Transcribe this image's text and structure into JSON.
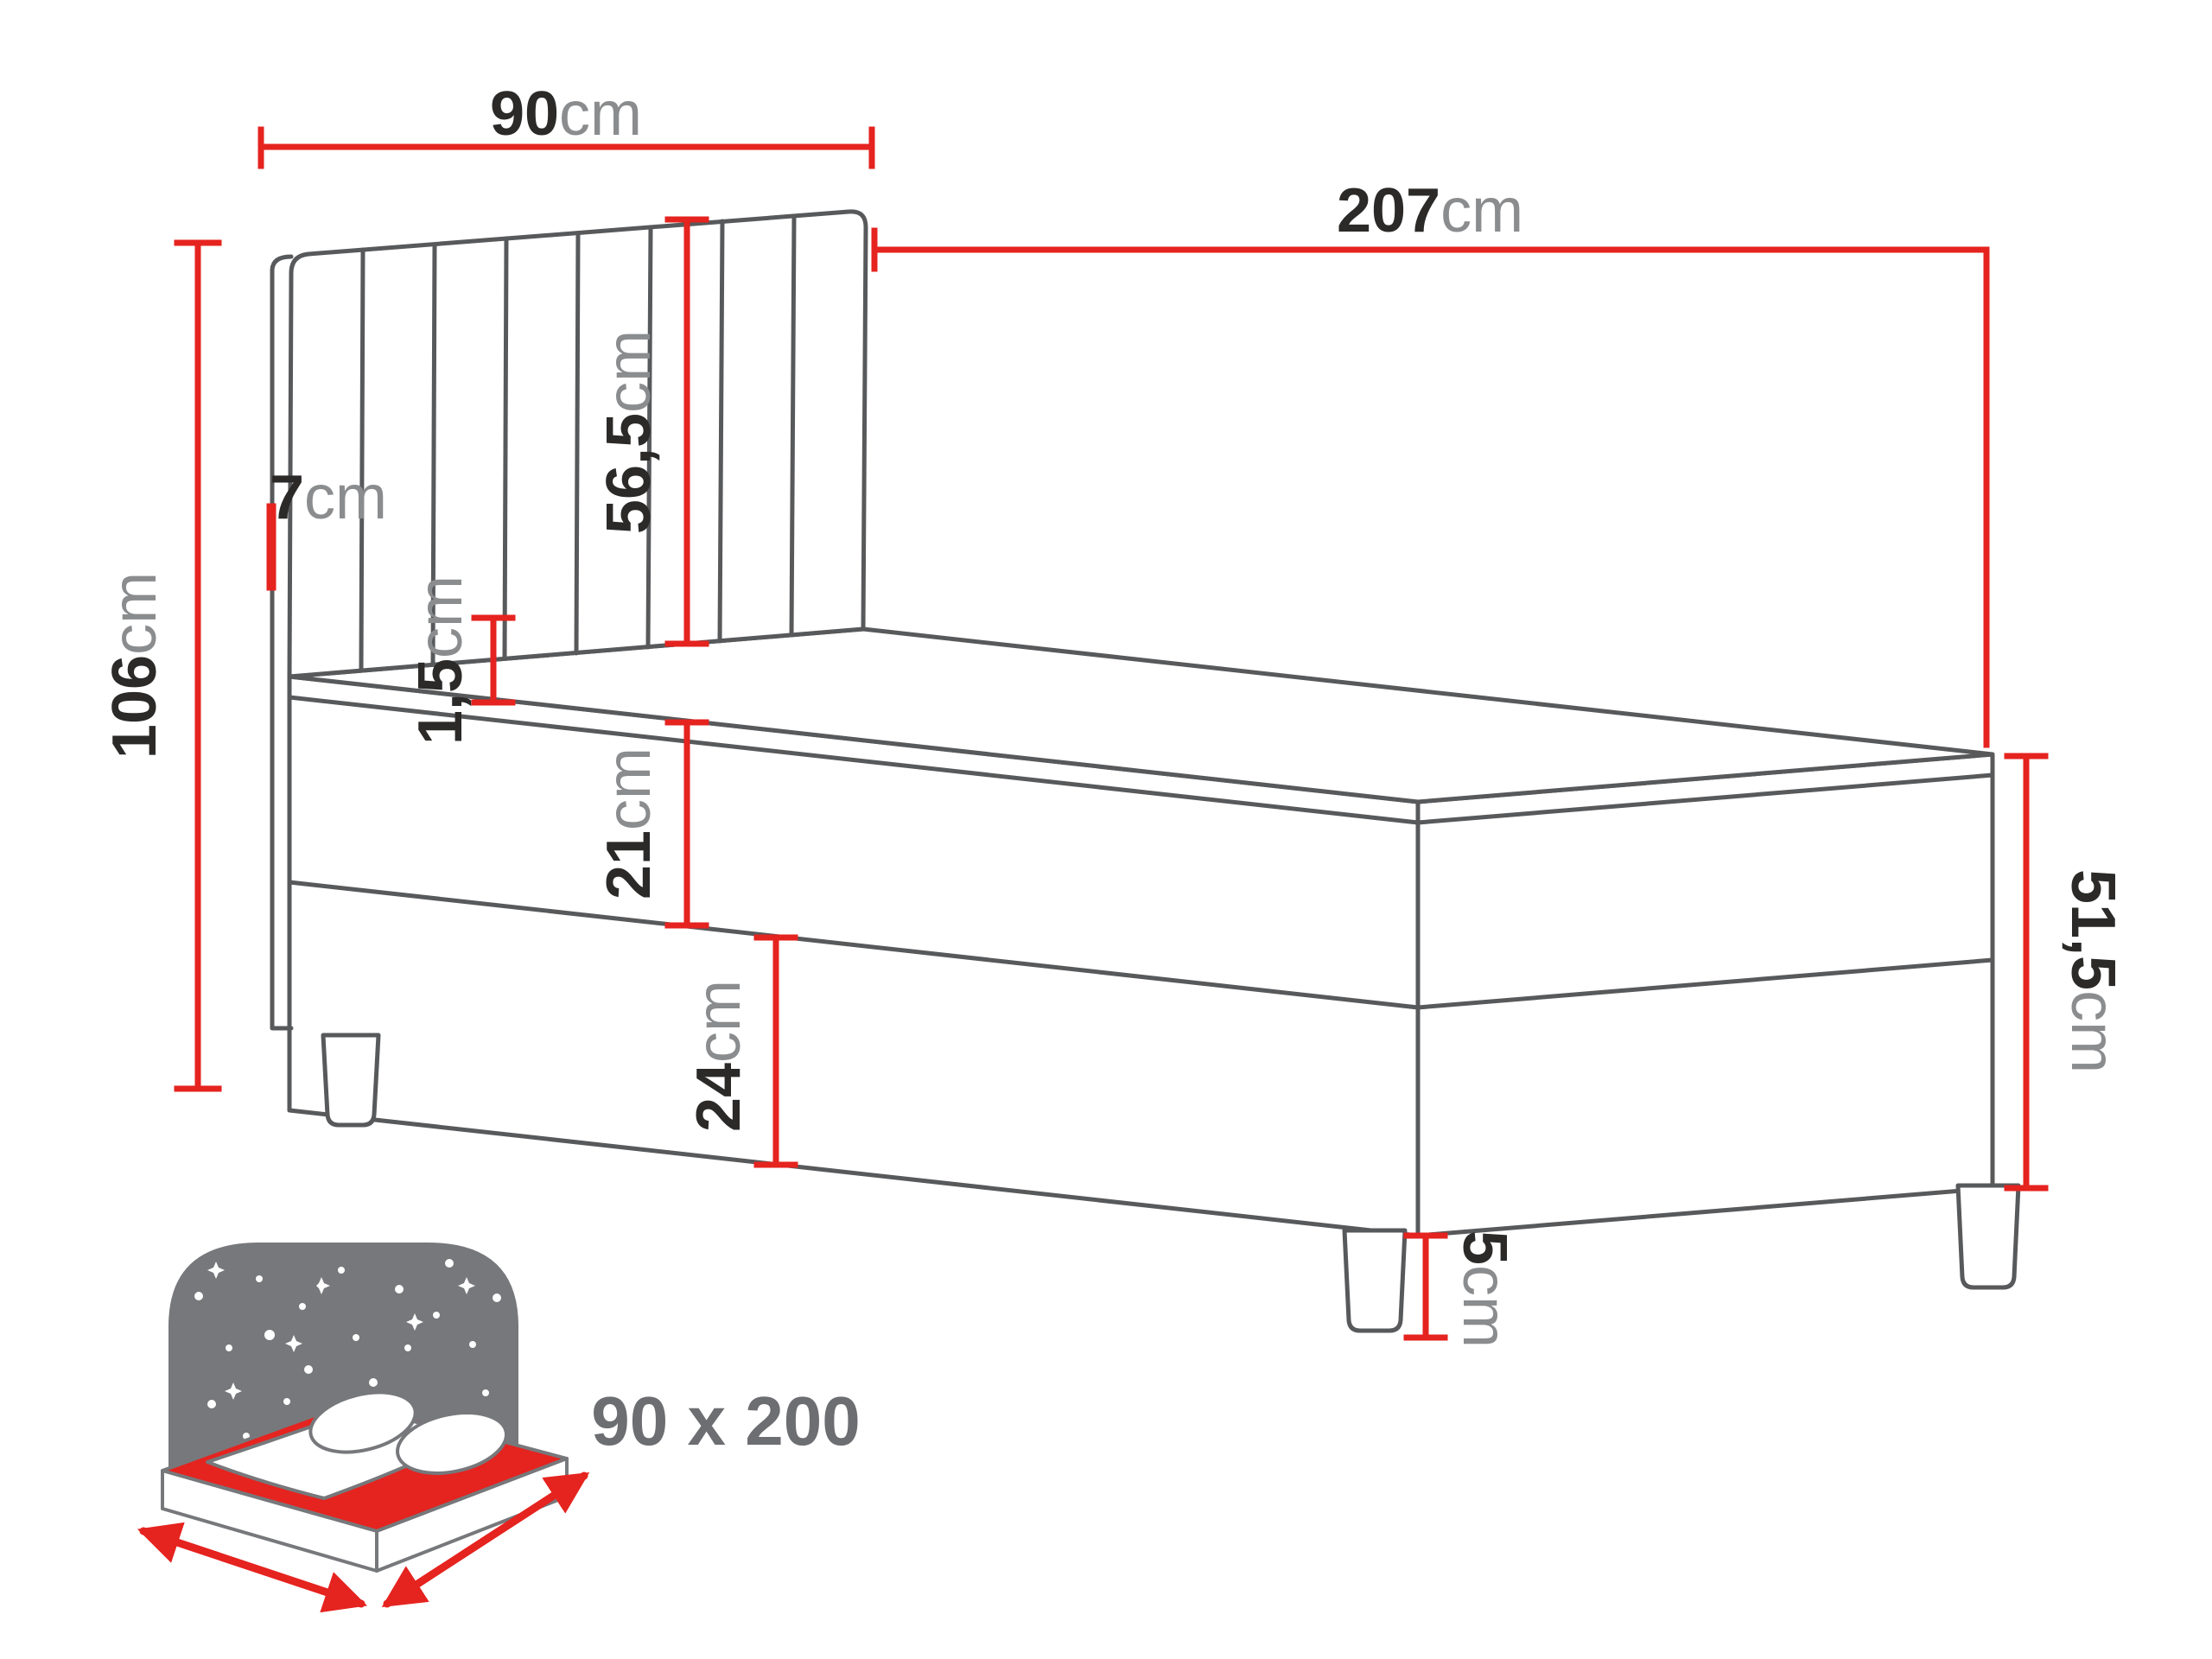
{
  "colors": {
    "dimension_red": "#e5231f",
    "drawing_gray": "#58595b",
    "value_black": "#2b2a29",
    "unit_gray": "#8a8c8e",
    "icon_gray": "#77787b"
  },
  "dimensions": {
    "headboard_width": {
      "value": "90",
      "unit": "cm"
    },
    "total_length": {
      "value": "207",
      "unit": "cm"
    },
    "headboard_height": {
      "value": "106",
      "unit": "cm"
    },
    "headboard_depth": {
      "value": "7",
      "unit": "cm"
    },
    "headboard_panel": {
      "value": "56,5",
      "unit": "cm"
    },
    "mattress_edge": {
      "value": "1,5",
      "unit": "cm"
    },
    "mattress_height": {
      "value": "21",
      "unit": "cm"
    },
    "base_height": {
      "value": "24",
      "unit": "cm"
    },
    "side_height": {
      "value": "51,5",
      "unit": "cm"
    },
    "leg_height": {
      "value": "5",
      "unit": "cm"
    }
  },
  "icon": {
    "size_label": "90 x 200"
  }
}
